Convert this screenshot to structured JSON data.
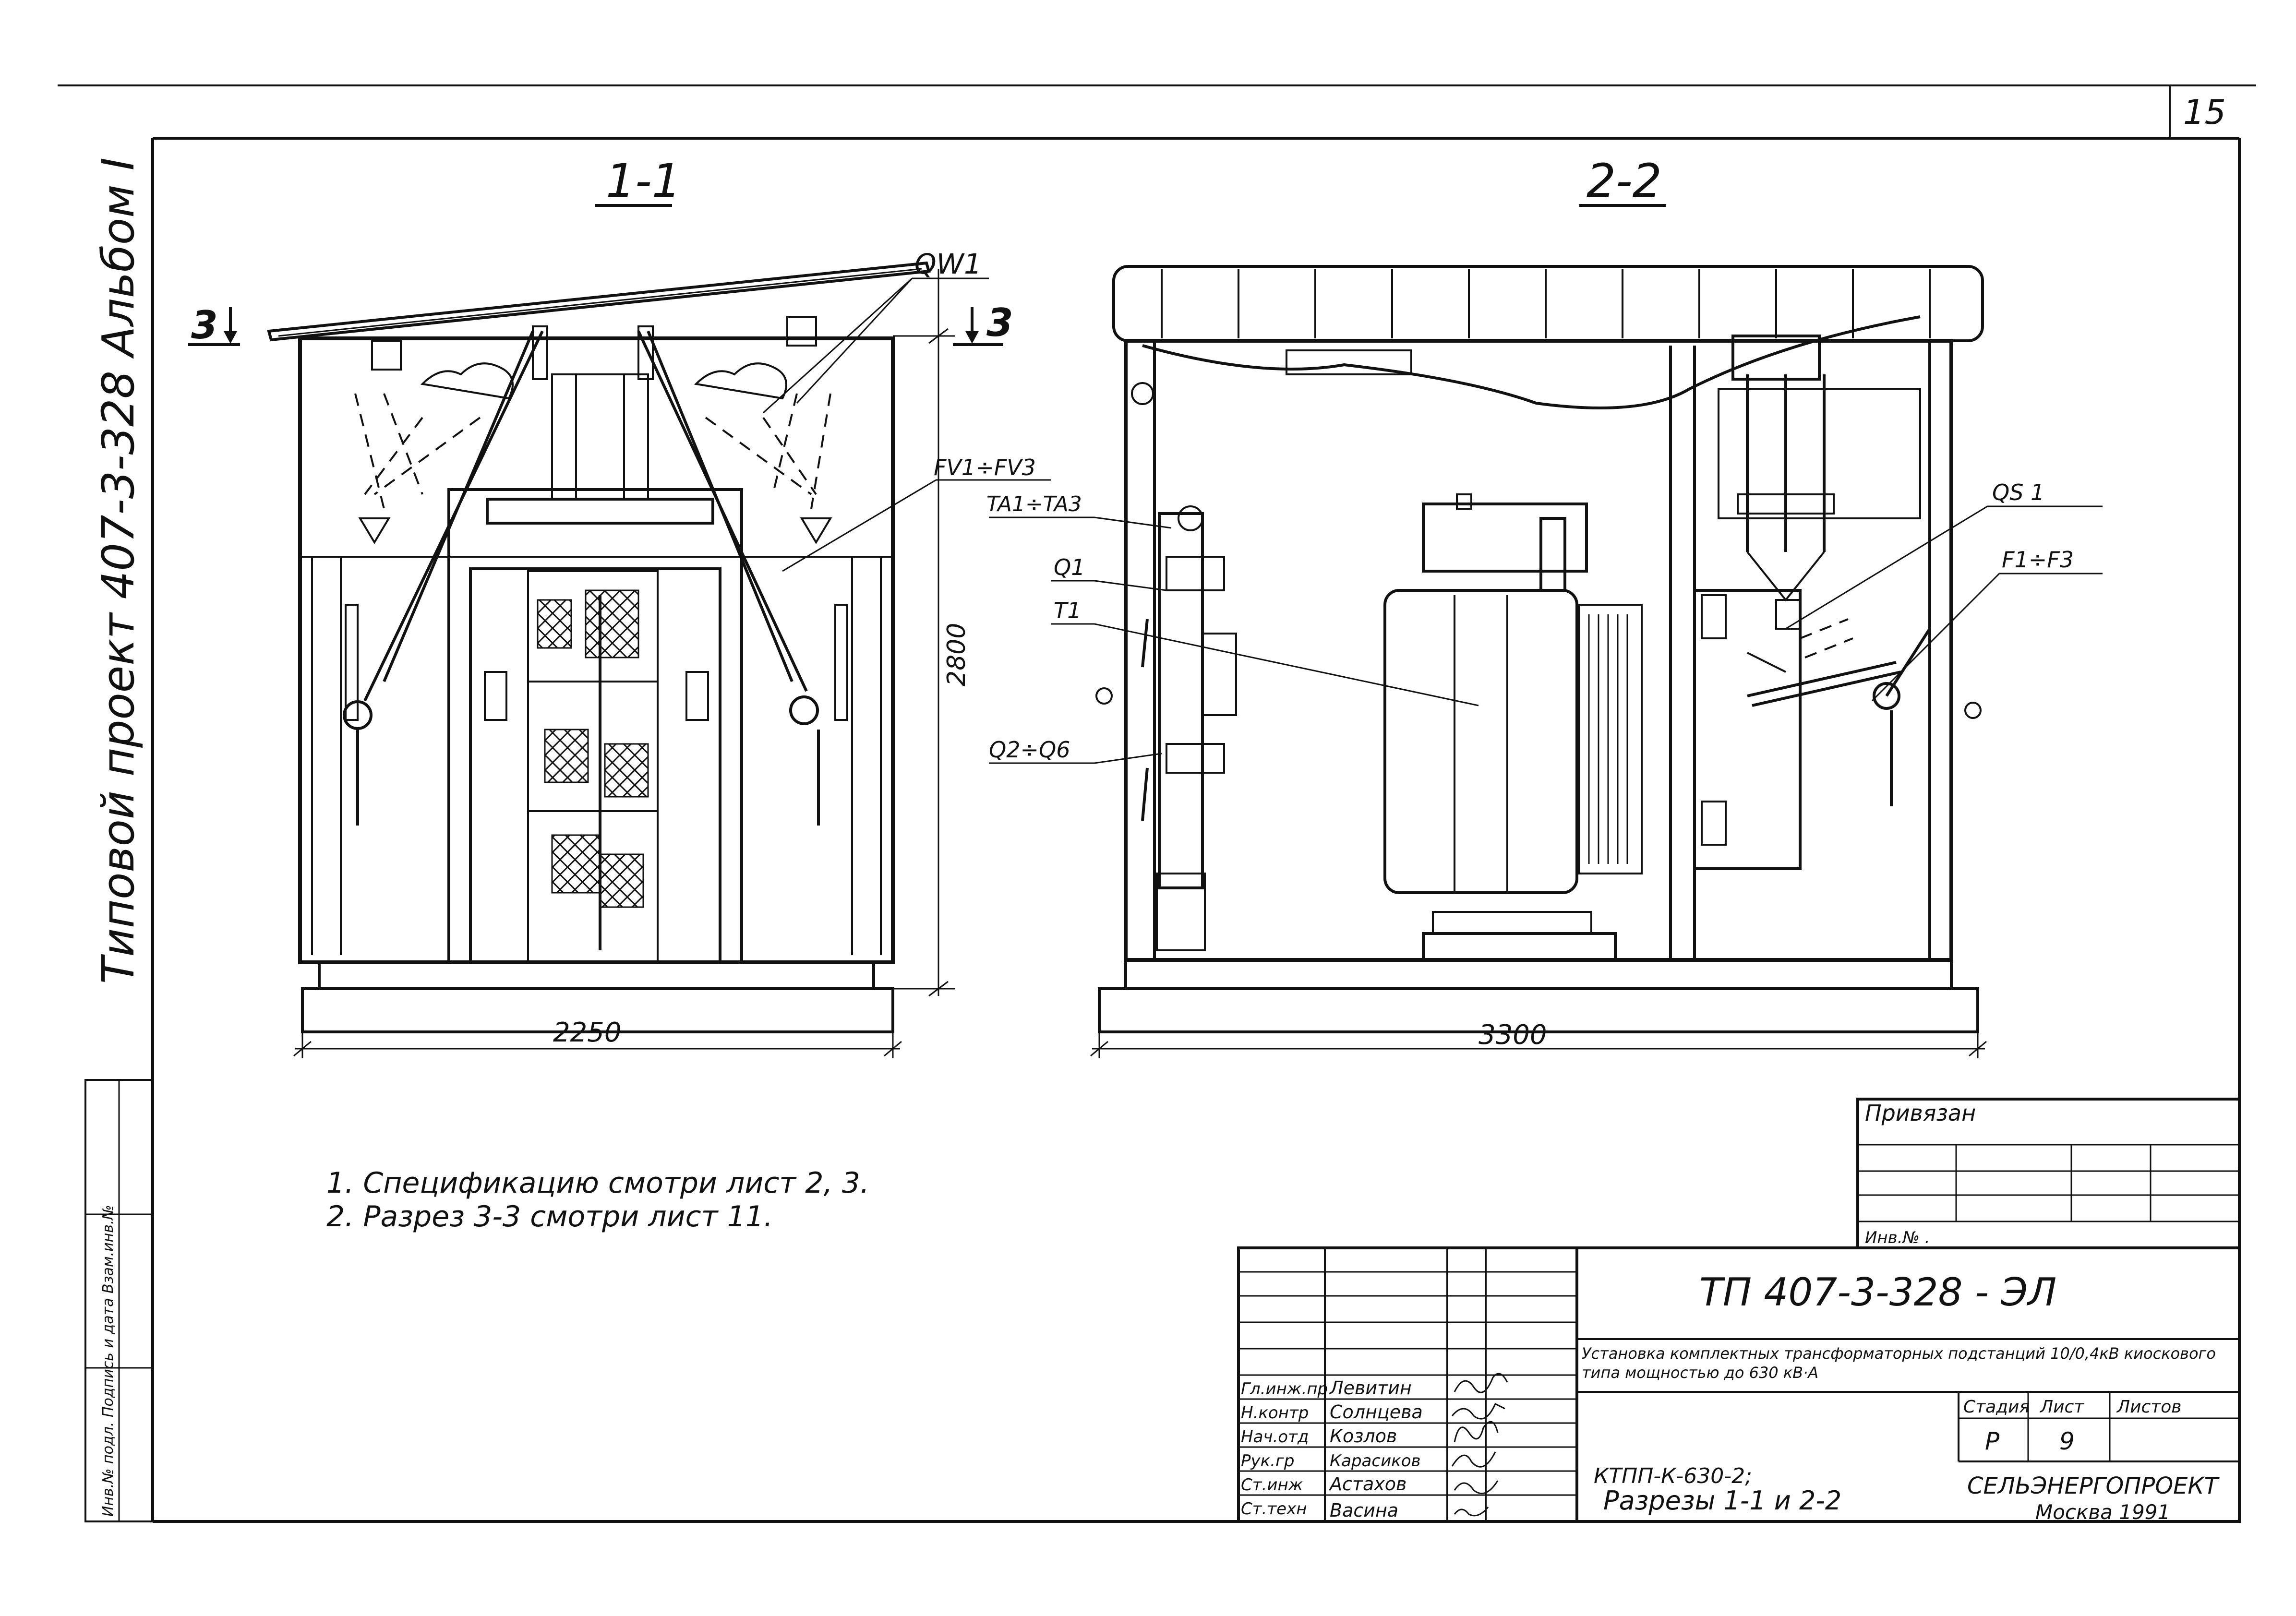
{
  "sheet": {
    "page_number": "15",
    "left_margin": {
      "project": "Типовой проект 407-3-328 Альбом I",
      "stamp_header": "Инв.№ подл.   Подпись и дата   Взам.инв.№"
    },
    "views": {
      "section_1": {
        "title": "1-1",
        "cut_marker_left": "3",
        "cut_marker_right": "3",
        "dim_width": "2250",
        "dim_height": "2800",
        "labels": {
          "qw1": "QW1",
          "fv": "FV1÷FV3"
        }
      },
      "section_2": {
        "title": "2-2",
        "dim_width": "3300",
        "labels": {
          "ta": "TA1÷TA3",
          "q1": "Q1",
          "t1": "T1",
          "q2": "Q2÷Q6",
          "qs": "QS 1",
          "f": "F1÷F3"
        }
      }
    },
    "notes": [
      "1. Спецификацию смотри лист 2, 3.",
      "2. Разрез 3-3 смотри лист 11."
    ],
    "binding_box": {
      "title": "Привязан",
      "inv": "Инв.№ ."
    },
    "title_block": {
      "doc_code": "ТП 407-3-328 - ЭЛ",
      "description": "Установка комплектных трансформаторных подстанций 10/0,4кВ киоскового типа мощностью до 630 кВ·А",
      "staff": [
        {
          "role": "Гл.инж.пр",
          "name": "Левитин"
        },
        {
          "role": "Н.контр",
          "name": "Солнцева"
        },
        {
          "role": "Нач.отд",
          "name": "Козлов"
        },
        {
          "role": "Рук.гр",
          "name": "Карасиков"
        },
        {
          "role": "Ст.инж",
          "name": "Астахов"
        },
        {
          "role": "Ст.техн",
          "name": "Васина"
        }
      ],
      "stage_header": "Стадия",
      "sheet_header": "Лист",
      "sheets_header": "Листов",
      "stage": "Р",
      "sheet": "9",
      "drawing_name_1": "КТПП-К-630-2;",
      "drawing_name_2": "Разрезы 1-1 и 2-2",
      "org": "СЕЛЬЭНЕРГОПРОЕКТ",
      "city": "Москва 1991"
    }
  }
}
